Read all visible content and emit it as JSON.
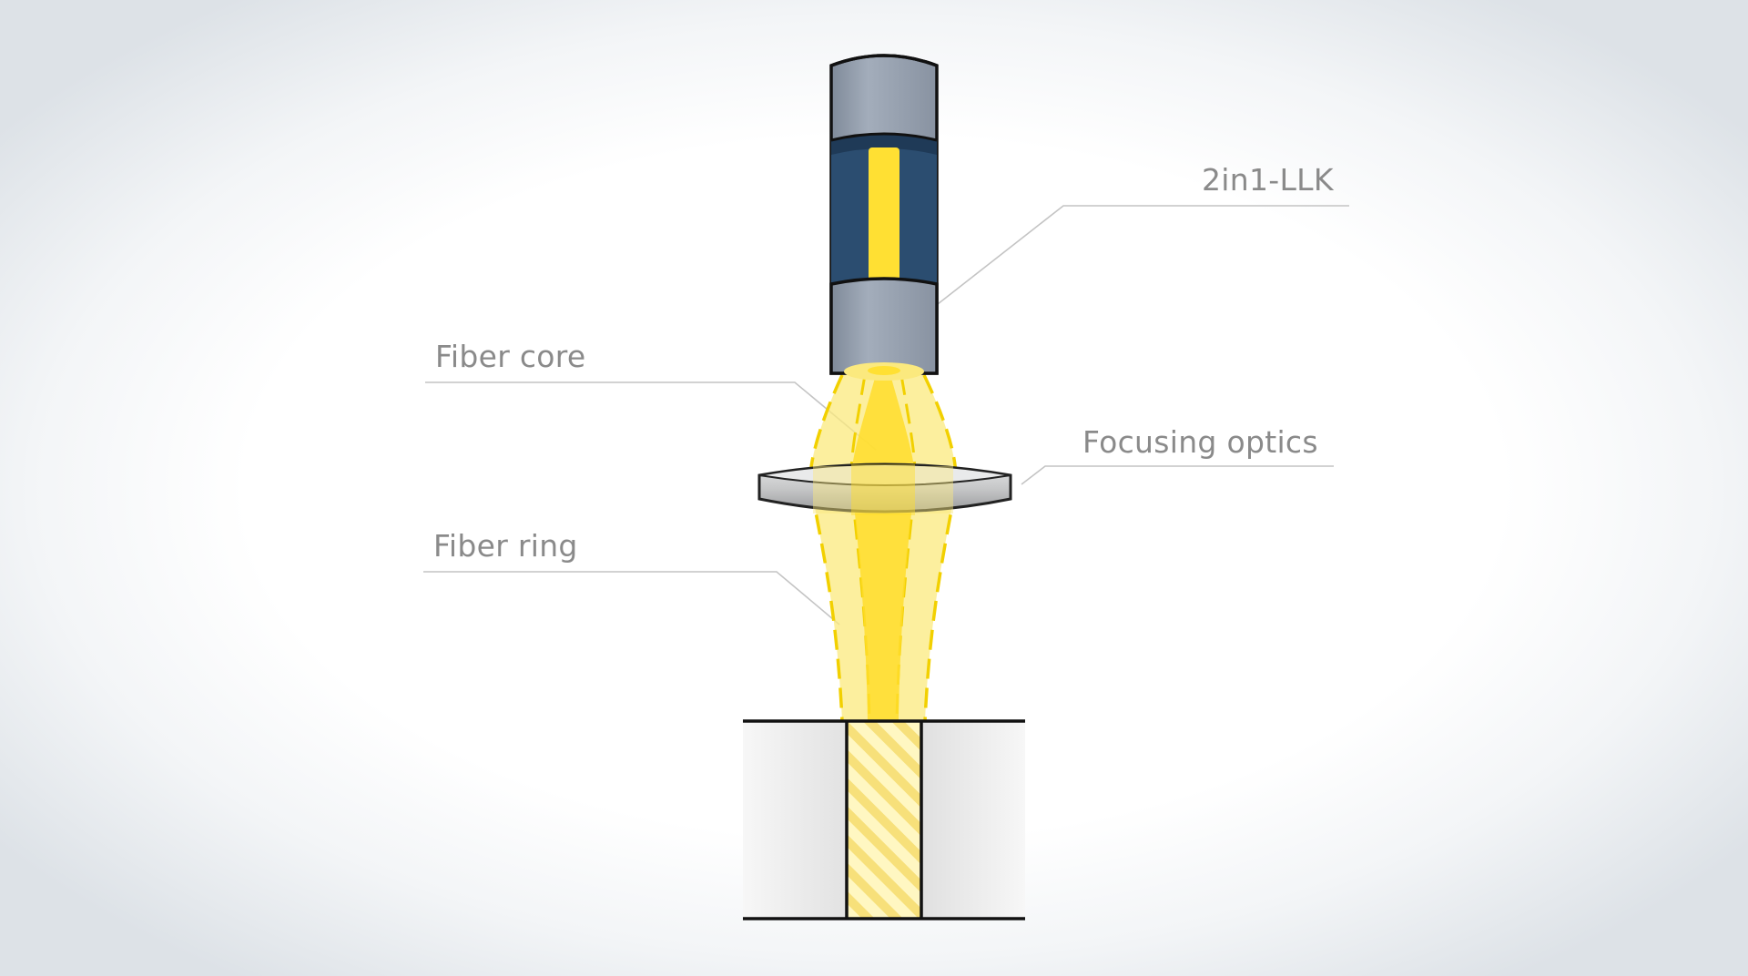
{
  "labels": {
    "cable": "2in1-LLK",
    "fiber_core": "Fiber core",
    "focusing_optics": "Focusing optics",
    "fiber_ring": "Fiber ring"
  },
  "colors": {
    "cable_sleeve": "#97a1b0",
    "cable_inner": "#2b4d70",
    "cable_inner_dark": "#1f3a57",
    "core": "#ffe033",
    "beam_light": "#fbe97e",
    "beam_strong": "#ffdd2a",
    "beam_outline": "#f2d000",
    "lens": "#c9cacb",
    "lens_dark": "#8f9092",
    "leader_line": "#c4c4c4",
    "outline": "#111111",
    "workpiece": "#eeeeee"
  }
}
